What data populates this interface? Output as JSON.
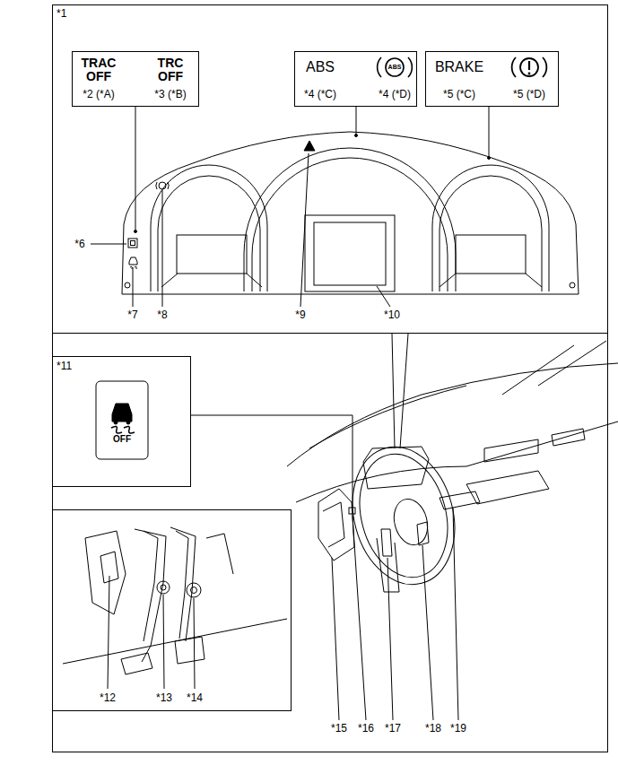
{
  "diagram": {
    "nodes": [
      {
        "text": [
          "*1"
        ]
      },
      {
        "text": [
          "TRAC OFF",
          "TRC OFF",
          "*2 (*A)",
          "*3 (*B)"
        ],
        "in": 0
      },
      {
        "text": [
          "ABS",
          "ABS",
          "*4 (*C)",
          "*4 (*D)"
        ],
        "in": 0
      },
      {
        "text": [
          "BRAKE",
          "*5 (*C)",
          "*5 (*D)"
        ],
        "in": 0
      },
      {
        "text": [
          "*11",
          "OFF"
        ]
      },
      {
        "text": [
          "*12",
          "*13",
          "*14"
        ]
      }
    ],
    "labels": [
      "*6",
      "*7",
      "*8",
      "*9",
      "*10",
      "*15",
      "*16",
      "*17",
      "*18",
      "*19"
    ]
  }
}
